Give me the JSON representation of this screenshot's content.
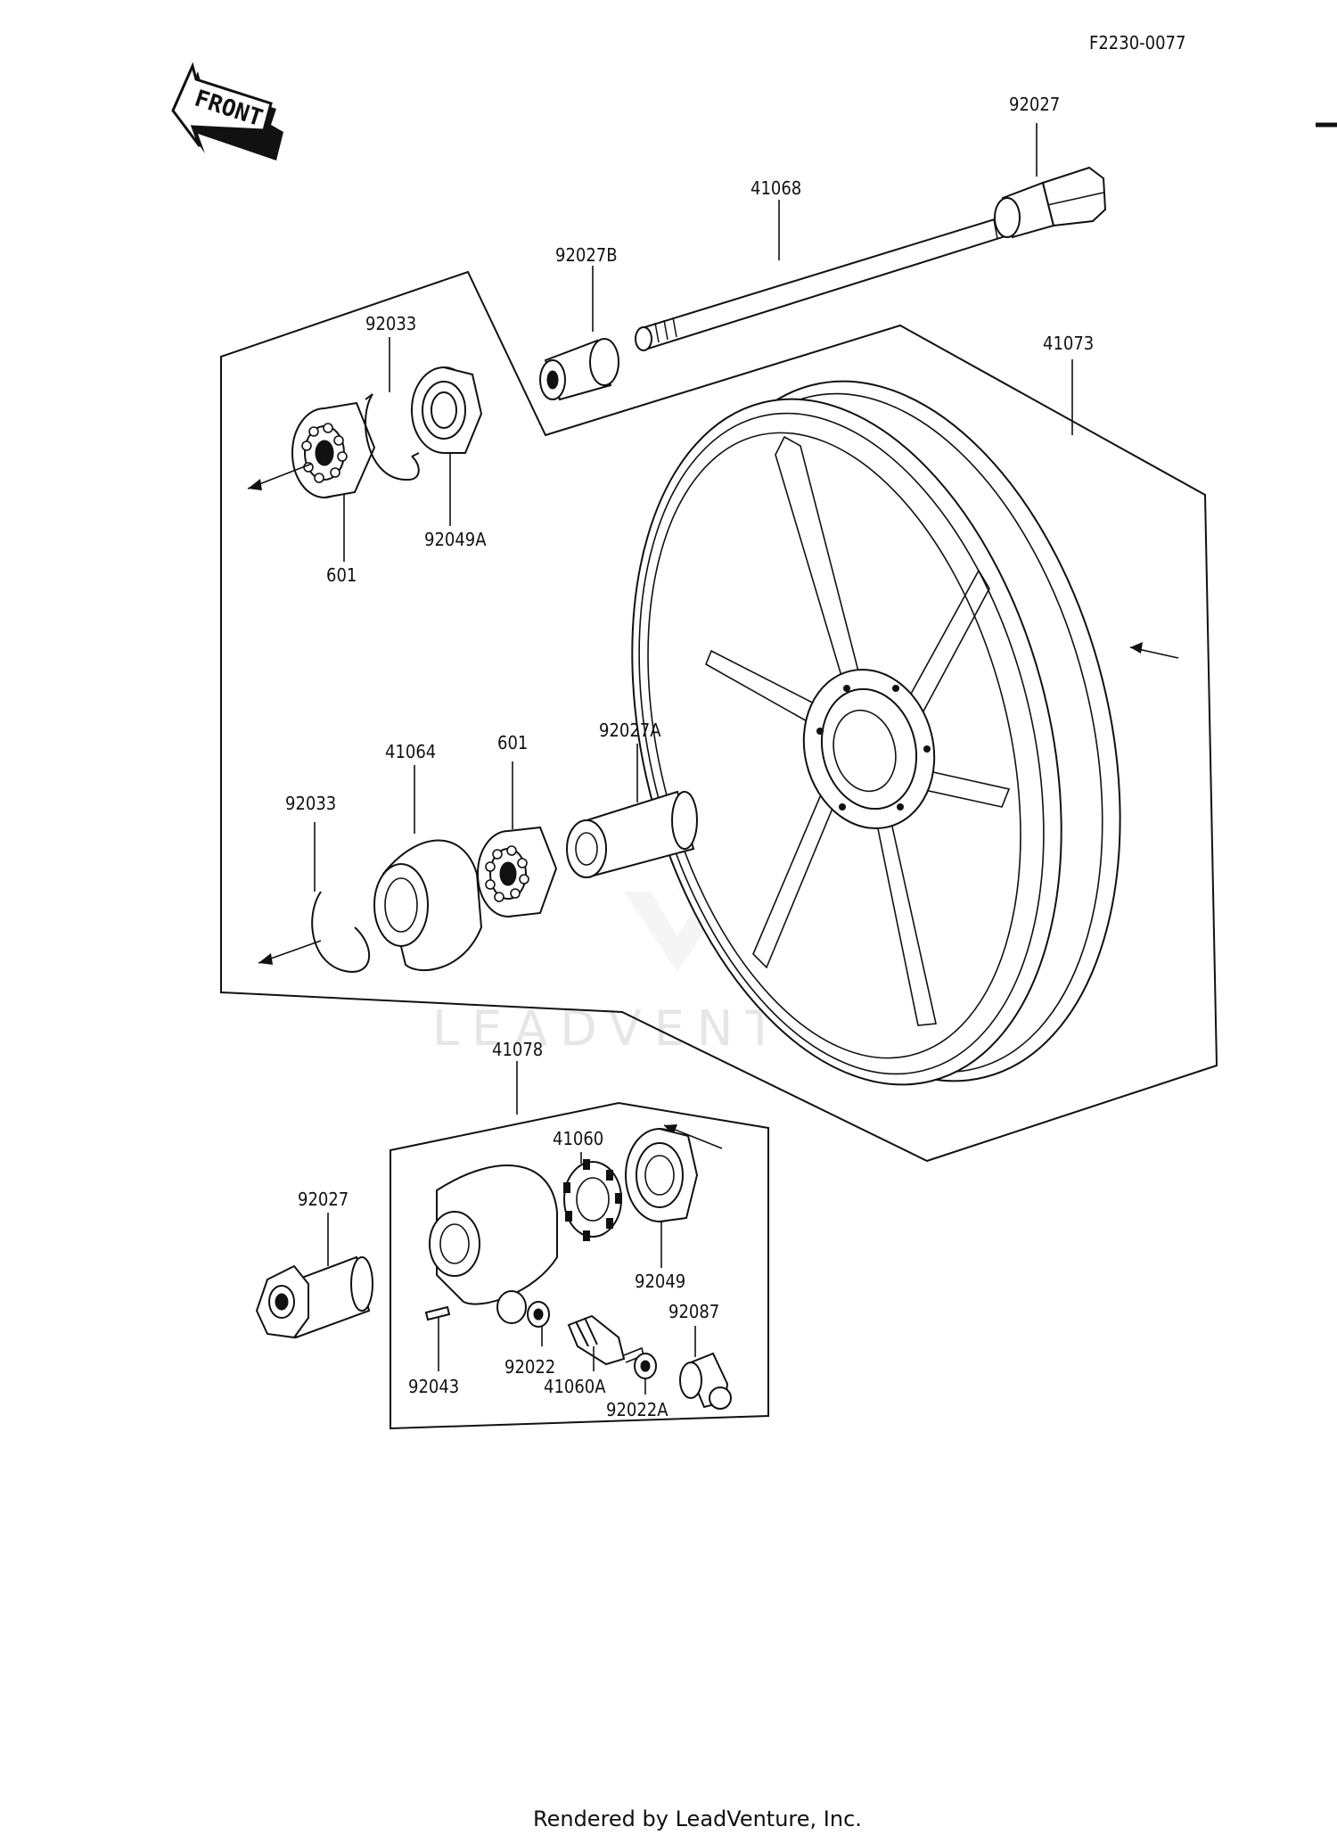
{
  "diagram_code": "F2230-0077",
  "front_label": "FRONT",
  "parts": [
    {
      "id": "p-92027-top",
      "number": "92027"
    },
    {
      "id": "p-41068",
      "number": "41068"
    },
    {
      "id": "p-92027B",
      "number": "92027B"
    },
    {
      "id": "p-41073",
      "number": "41073"
    },
    {
      "id": "p-92033-top",
      "number": "92033"
    },
    {
      "id": "p-601-top",
      "number": "601"
    },
    {
      "id": "p-92049A",
      "number": "92049A"
    },
    {
      "id": "p-41064",
      "number": "41064"
    },
    {
      "id": "p-601-mid",
      "number": "601"
    },
    {
      "id": "p-92027A",
      "number": "92027A"
    },
    {
      "id": "p-92033-mid",
      "number": "92033"
    },
    {
      "id": "p-41078",
      "number": "41078"
    },
    {
      "id": "p-41060",
      "number": "41060"
    },
    {
      "id": "p-92027-bottom",
      "number": "92027"
    },
    {
      "id": "p-92049",
      "number": "92049"
    },
    {
      "id": "p-92087",
      "number": "92087"
    },
    {
      "id": "p-92022",
      "number": "92022"
    },
    {
      "id": "p-92043",
      "number": "92043"
    },
    {
      "id": "p-41060A",
      "number": "41060A"
    },
    {
      "id": "p-92022A",
      "number": "92022A"
    }
  ],
  "watermark": "LEADVENTURE",
  "footer": "Rendered by LeadVenture, Inc."
}
